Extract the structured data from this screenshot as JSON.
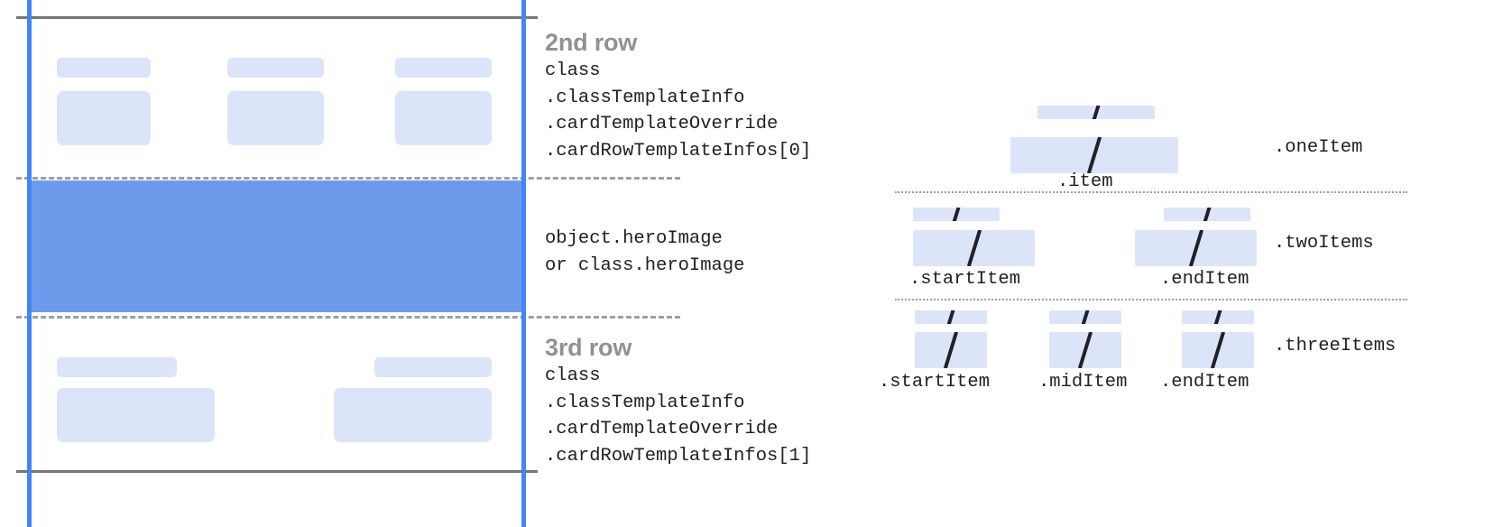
{
  "colors": {
    "guide_line_blue": "#4285f4",
    "hero_image_blue": "#6d9bec",
    "placeholder_blue": "#dce4f9",
    "solid_rule_gray": "#747779",
    "dashed_rule_gray": "#9aa0a6",
    "heading_gray": "#8e9296",
    "code_text": "#202124"
  },
  "card_diagram": {
    "rows": [
      {
        "id": "second-row",
        "title": "2nd row",
        "code_lines": [
          "class",
          ".classTemplateInfo",
          ".cardTemplateOverride",
          ".cardRowTemplateInfos[0]"
        ],
        "placeholder_count": 3
      },
      {
        "id": "hero-row",
        "title": "",
        "code_lines": [
          "object.heroImage",
          "or class.heroImage"
        ],
        "placeholder_count": 0
      },
      {
        "id": "third-row",
        "title": "3rd row",
        "code_lines": [
          "class",
          ".classTemplateInfo",
          ".cardTemplateOverride",
          ".cardRowTemplateInfos[1]"
        ],
        "placeholder_count": 2
      }
    ]
  },
  "item_diagram": {
    "groups": [
      {
        "id": "one-item",
        "side_label": ".oneItem",
        "items": [
          {
            "name": ".item",
            "glyph": "/"
          }
        ]
      },
      {
        "id": "two-items",
        "side_label": ".twoItems",
        "items": [
          {
            "name": ".startItem",
            "glyph": "/"
          },
          {
            "name": ".endItem",
            "glyph": "/"
          }
        ]
      },
      {
        "id": "three-items",
        "side_label": ".threeItems",
        "items": [
          {
            "name": ".startItem",
            "glyph": "/"
          },
          {
            "name": ".midItem",
            "glyph": "/"
          },
          {
            "name": ".endItem",
            "glyph": "/"
          }
        ]
      }
    ]
  }
}
